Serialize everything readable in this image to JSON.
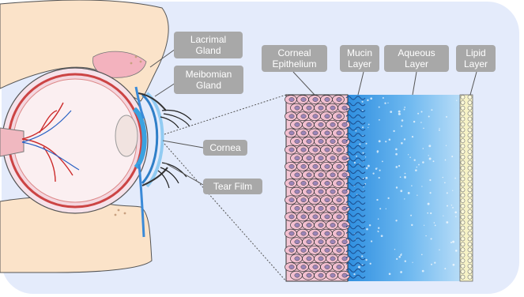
{
  "labels": {
    "lacrimal_gland": [
      "Lacrimal",
      "Gland"
    ],
    "meibomian_gland": [
      "Meibomian",
      "Gland"
    ],
    "cornea": "Cornea",
    "tear_film": "Tear Film",
    "corneal_epithelium": [
      "Corneal",
      "Epithelium"
    ],
    "mucin_layer": [
      "Mucin",
      "Layer"
    ],
    "aqueous_layer": [
      "Aqueous",
      "Layer"
    ],
    "lipid_layer": [
      "Lipid",
      "Layer"
    ]
  },
  "colors": {
    "background": "#e4ebfb",
    "label_box": "#a8a8a8",
    "skin": "#fbe5cf",
    "sclera": "#f9dede",
    "iris": "#3aa2e0",
    "cell_fill": "#f3c6d4",
    "nucleus": "#9c84b8",
    "aqueous": "#5fb2ee",
    "lipid": "#f7f3c6"
  }
}
